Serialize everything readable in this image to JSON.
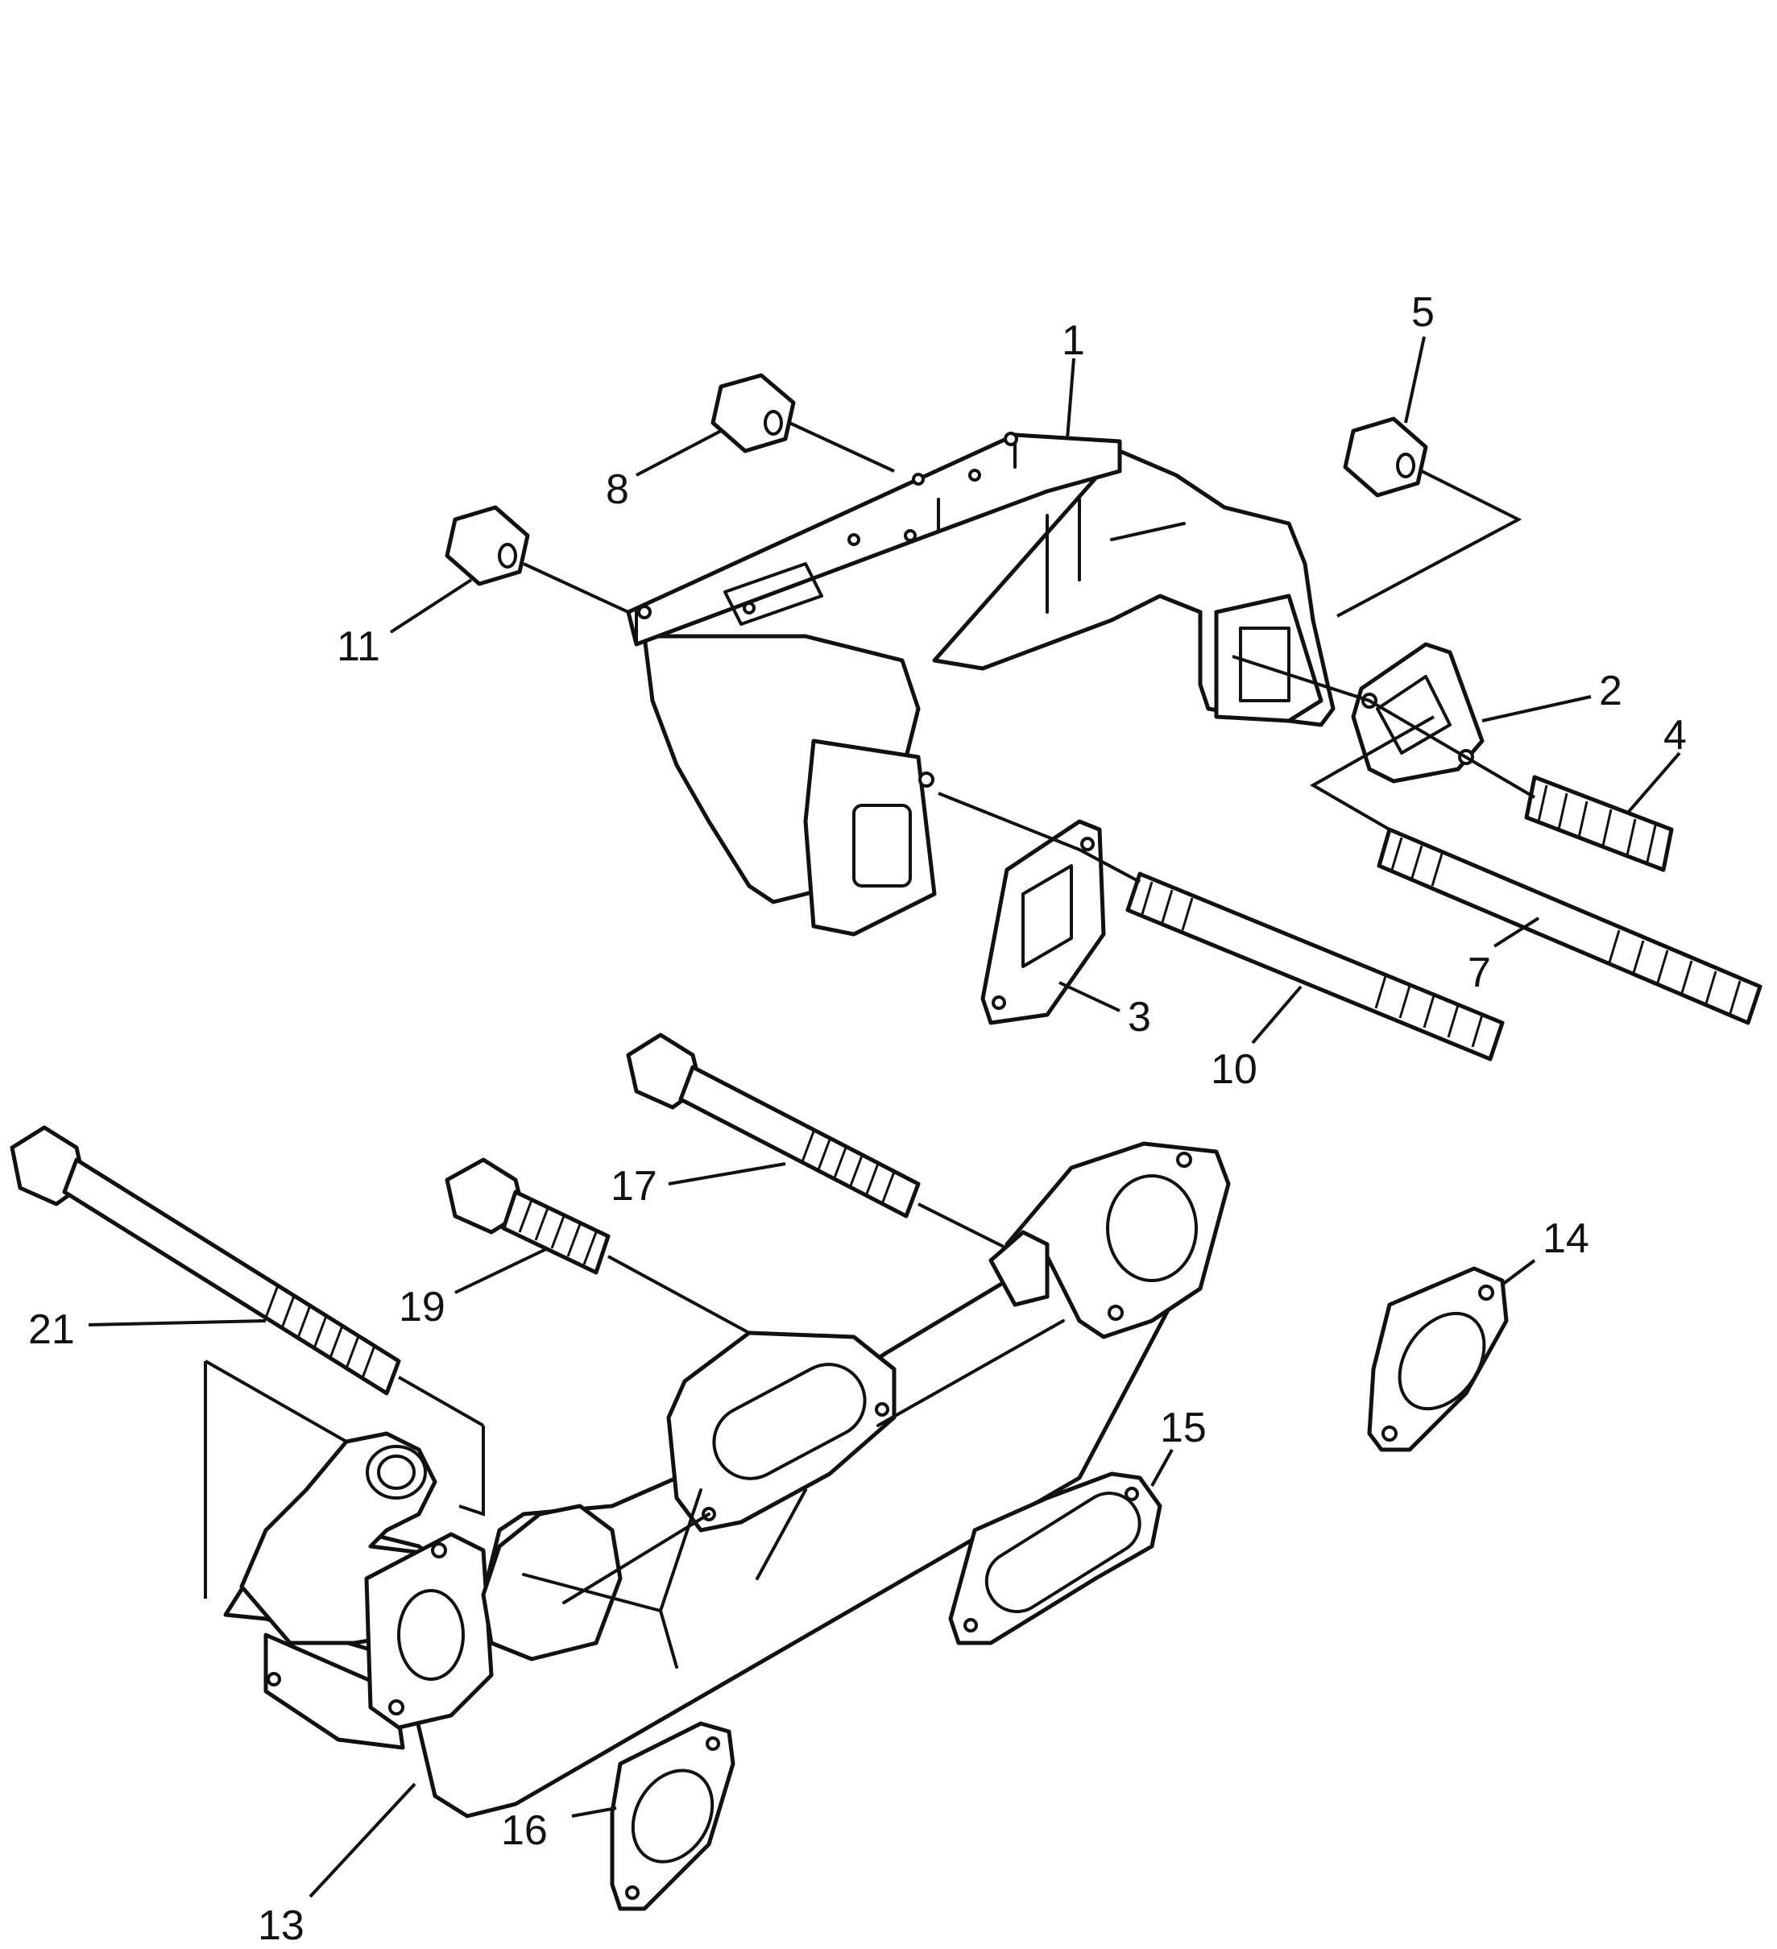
{
  "diagram": {
    "callouts": [
      {
        "id": "c1",
        "text": "1"
      },
      {
        "id": "c2",
        "text": "2"
      },
      {
        "id": "c3",
        "text": "3"
      },
      {
        "id": "c4",
        "text": "4"
      },
      {
        "id": "c5",
        "text": "5"
      },
      {
        "id": "c7",
        "text": "7"
      },
      {
        "id": "c8",
        "text": "8"
      },
      {
        "id": "c10",
        "text": "10"
      },
      {
        "id": "c11",
        "text": "11"
      },
      {
        "id": "c13",
        "text": "13"
      },
      {
        "id": "c14",
        "text": "14"
      },
      {
        "id": "c15",
        "text": "15"
      },
      {
        "id": "c16",
        "text": "16"
      },
      {
        "id": "c17",
        "text": "17"
      },
      {
        "id": "c19",
        "text": "19"
      },
      {
        "id": "c21",
        "text": "21"
      }
    ]
  }
}
